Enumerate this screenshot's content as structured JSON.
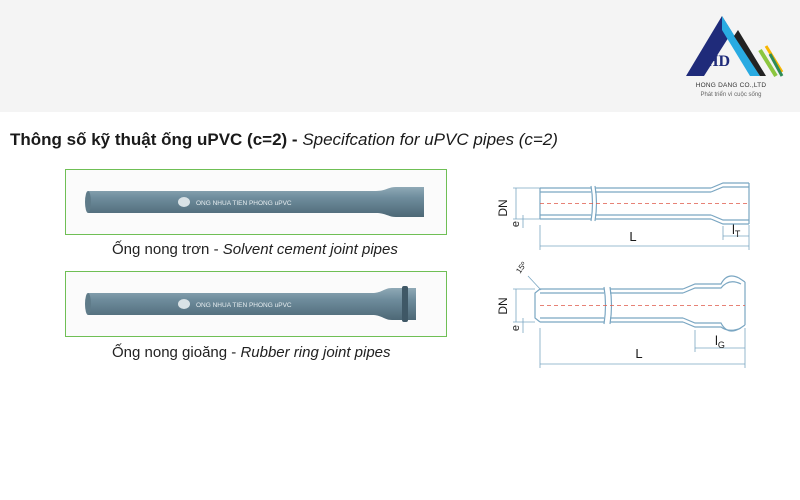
{
  "brand": {
    "company": "HONG DANG CO.,LTD",
    "slogan": "Phát triển vì cuộc sống",
    "mark": "HD"
  },
  "title": {
    "vi": "Thông số kỹ thuật ống uPVC (c=2) - ",
    "en": "Specifcation for uPVC pipes (c=2)"
  },
  "pipes": [
    {
      "print_text": "ONG NHUA TIEN PHONG uPVC",
      "caption_vi": "Ống nong trơn - ",
      "caption_en": "Solvent cement joint pipes"
    },
    {
      "print_text": "ONG NHUA TIEN PHONG uPVC",
      "caption_vi": "Ống nong gioăng - ",
      "caption_en": "Rubber ring joint pipes"
    }
  ],
  "diagram_top": {
    "dn": "DN",
    "e": "e",
    "l": "L",
    "socket": "l",
    "socket_sub": "T"
  },
  "diagram_bottom": {
    "dn": "DN",
    "e": "e",
    "l": "L",
    "socket": "l",
    "socket_sub": "G",
    "angle": "15º"
  },
  "colors": {
    "pipe": "#6e8c9c",
    "frame": "#6fbf55",
    "drawing": "#7aa6c2",
    "centerline": "#e05a4a"
  }
}
